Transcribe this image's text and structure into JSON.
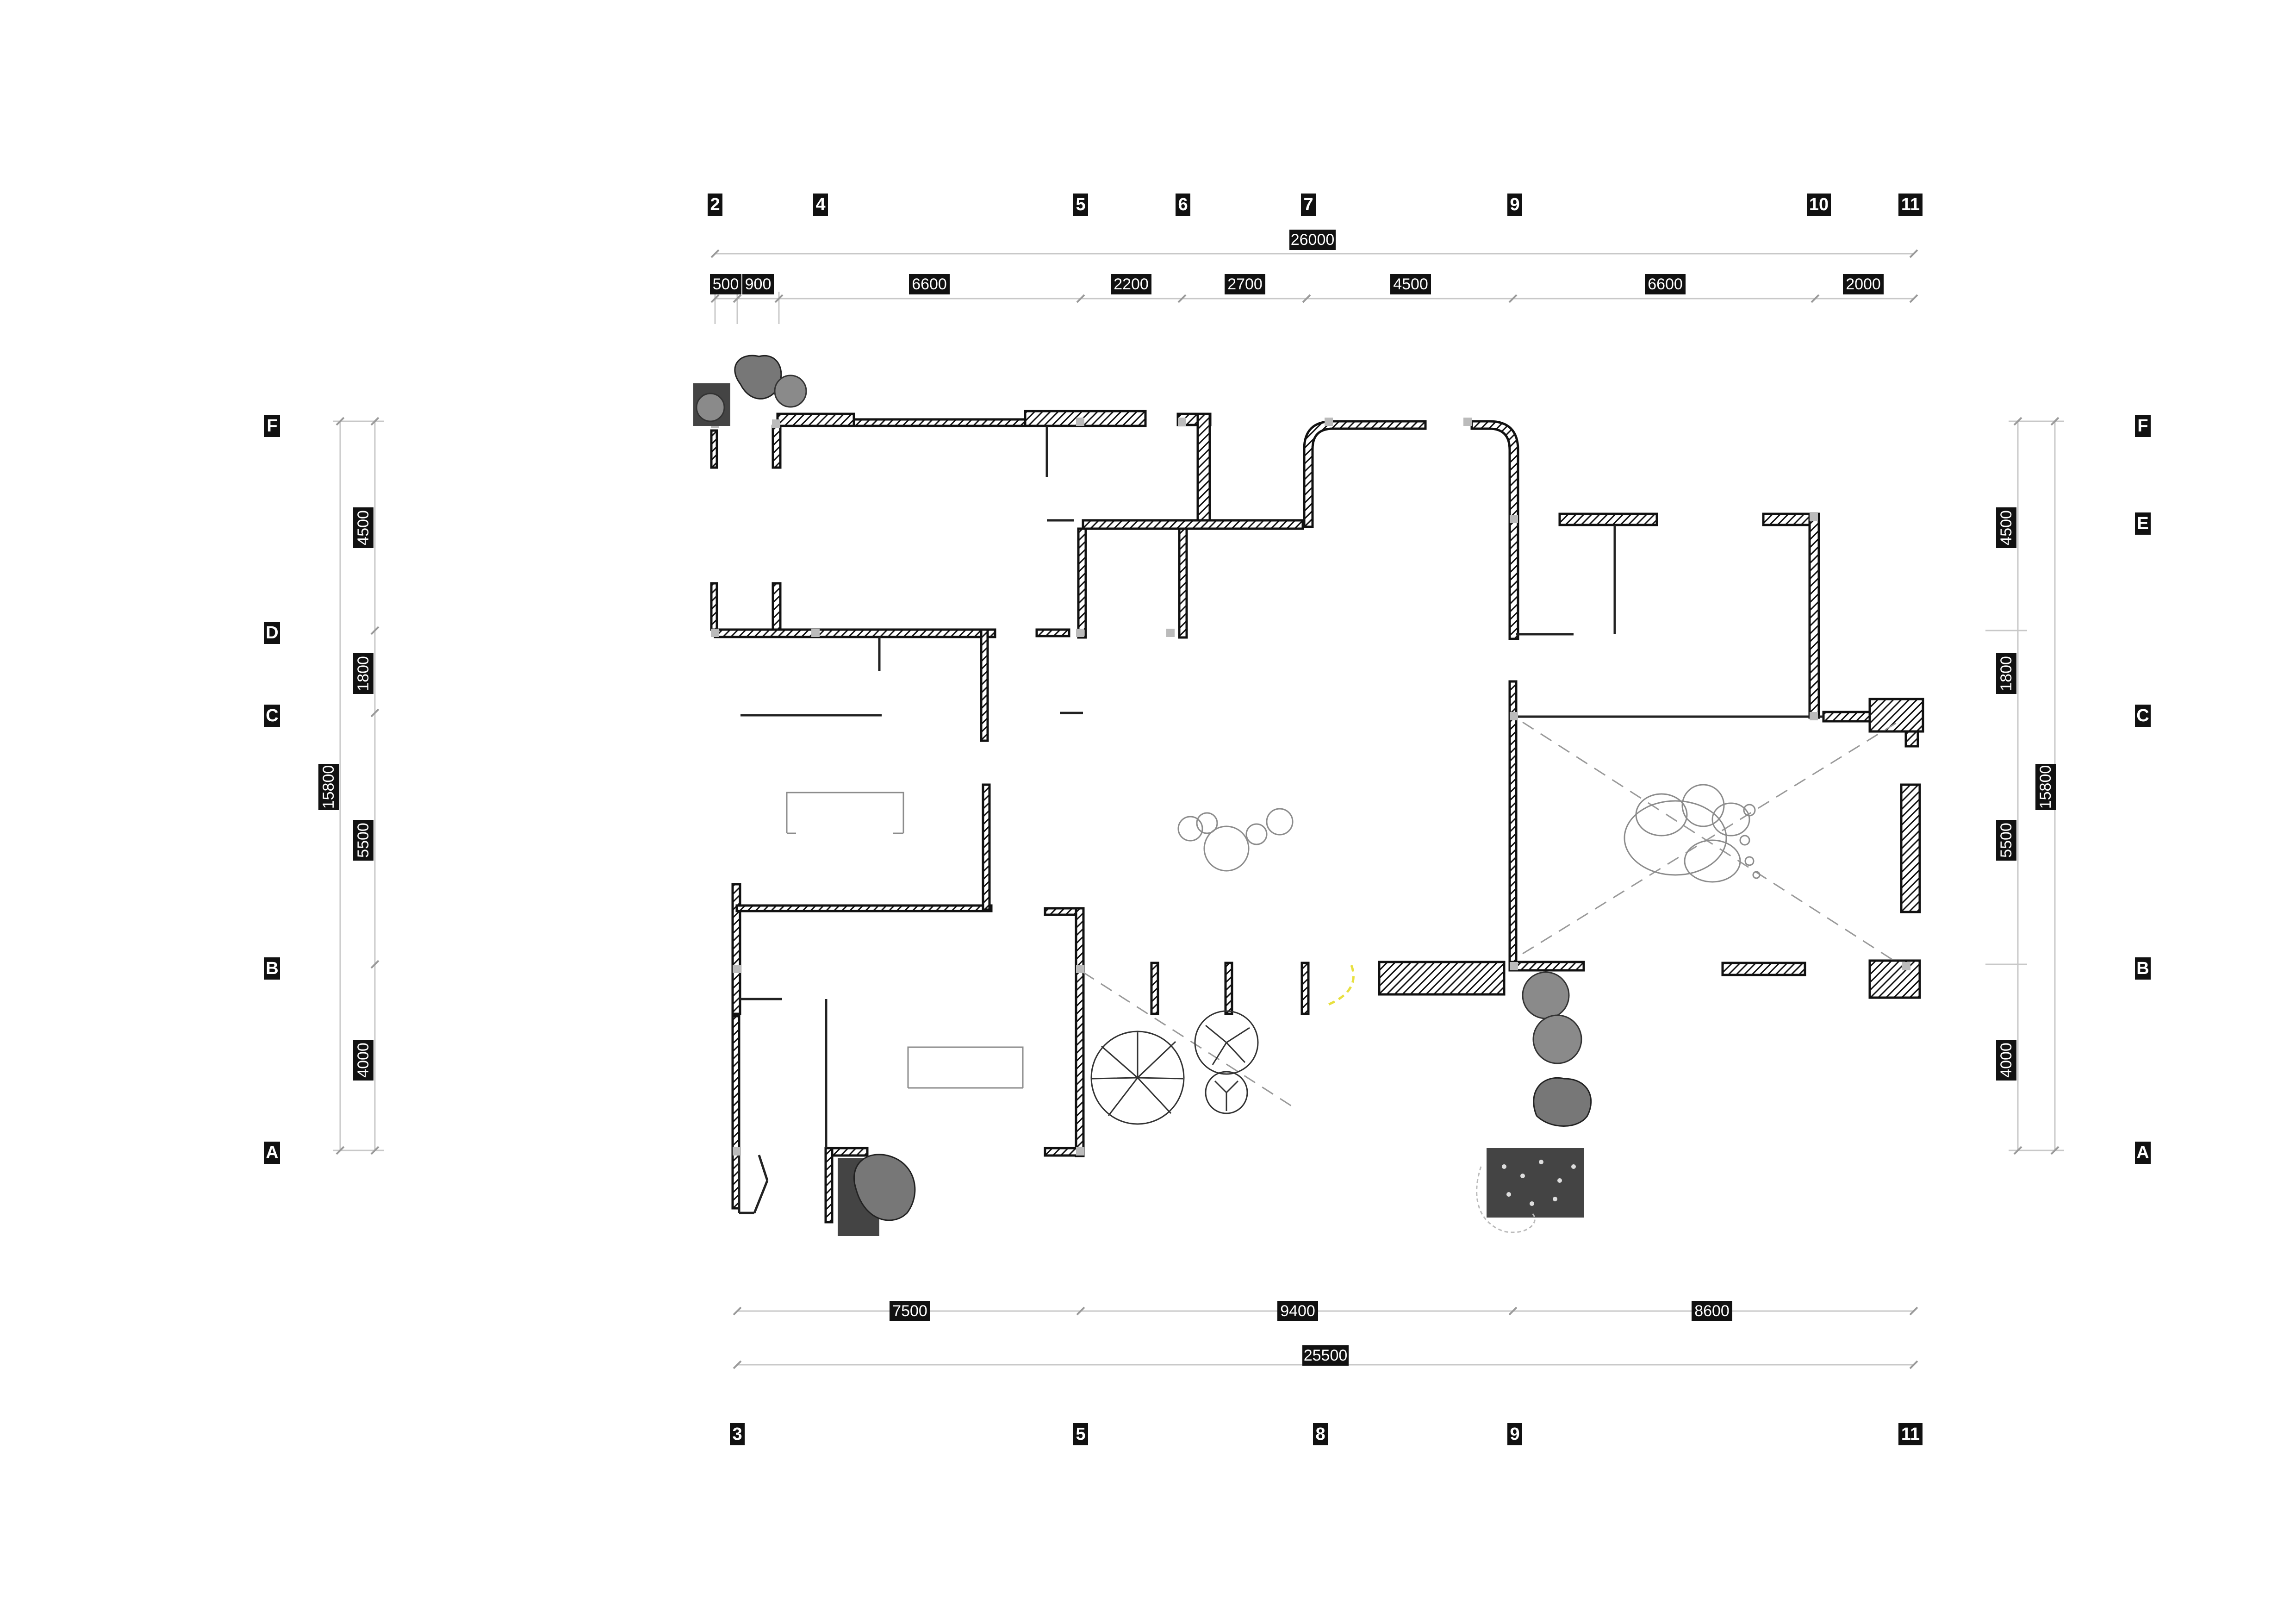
{
  "top_grid": [
    "2",
    "4",
    "5",
    "6",
    "7",
    "9",
    "10",
    "11"
  ],
  "bottom_grid": [
    "3",
    "5",
    "8",
    "9",
    "11"
  ],
  "left_grid": [
    "F",
    "D",
    "C",
    "B",
    "A"
  ],
  "right_grid": [
    "F",
    "E",
    "C",
    "B",
    "A"
  ],
  "top_overall": "26000",
  "top_segments": [
    "500",
    "900",
    "6600",
    "2200",
    "2700",
    "4500",
    "6600",
    "2000"
  ],
  "bottom_overall": "25500",
  "bottom_segments": [
    "7500",
    "9400",
    "8600"
  ],
  "left_overall": "15800",
  "left_segments": [
    "4500",
    "1800",
    "5500",
    "4000"
  ],
  "right_overall": "15800",
  "right_segments": [
    "4500",
    "1800",
    "5500",
    "4000"
  ],
  "colors": {
    "wall": "#111111",
    "tag": "#111111",
    "dimension": "#c8c8c8",
    "accent": "#e8e040"
  }
}
